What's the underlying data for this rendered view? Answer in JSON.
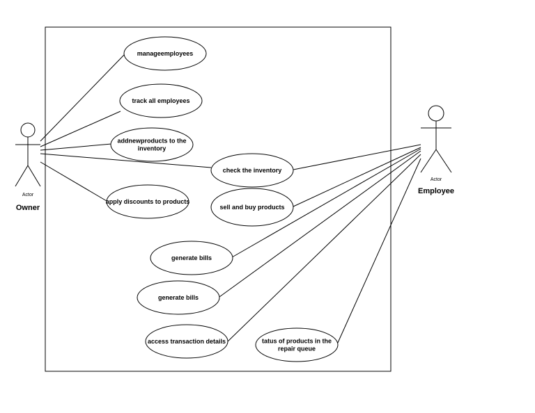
{
  "actors": {
    "owner": {
      "role": "Actor",
      "name": "Owner"
    },
    "employee": {
      "role": "Actor",
      "name": "Employee"
    }
  },
  "use_cases": [
    {
      "id": "manage-employees",
      "lines": [
        "manageemployees"
      ]
    },
    {
      "id": "track-all-employees",
      "lines": [
        "track all employees"
      ]
    },
    {
      "id": "add-new-products",
      "lines": [
        "addnewproducts to the",
        "inventory"
      ]
    },
    {
      "id": "check-inventory",
      "lines": [
        "check the inventory"
      ]
    },
    {
      "id": "apply-discounts",
      "lines": [
        "apply discounts to products"
      ]
    },
    {
      "id": "sell-and-buy",
      "lines": [
        "sell and buy products"
      ]
    },
    {
      "id": "generate-bills-1",
      "lines": [
        "generate bills"
      ]
    },
    {
      "id": "generate-bills-2",
      "lines": [
        "generate bills"
      ]
    },
    {
      "id": "access-transaction-details",
      "lines": [
        "access transaction details"
      ]
    },
    {
      "id": "repair-queue-status",
      "lines": [
        "tatus of products in the",
        "repair queue"
      ]
    }
  ],
  "associations": {
    "owner": [
      "manage-employees",
      "track-all-employees",
      "add-new-products",
      "check-inventory",
      "apply-discounts"
    ],
    "employee": [
      "check-inventory",
      "sell-and-buy",
      "generate-bills-1",
      "generate-bills-2",
      "access-transaction-details",
      "repair-queue-status"
    ]
  }
}
